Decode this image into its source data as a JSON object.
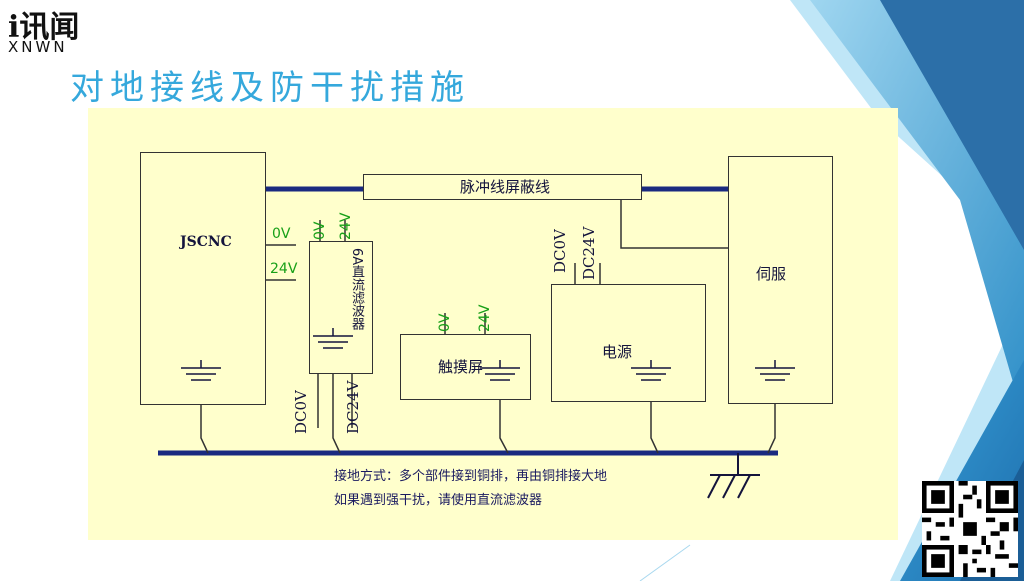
{
  "logo": {
    "mark": "i讯闻",
    "sub": "XNWN"
  },
  "title": "对地接线及防干扰措施",
  "diagram": {
    "jscnc": "JSCNC",
    "jscnc_0v": "0V",
    "jscnc_24v": "24V",
    "filter_0v": "0V",
    "filter_24v": "24V",
    "filter_name": "6A直流滤波器",
    "filter_dc0v": "DC0V",
    "filter_dc24v": "DC24V",
    "shield_cable": "脉冲线屏蔽线",
    "servo": "伺服",
    "touch_0v": "0V",
    "touch_24v": "24V",
    "touch_screen": "触摸屏",
    "psu_dc0v": "DC0V",
    "psu_dc24v": "DC24V",
    "psu": "电源",
    "note_line1": "接地方式：多个部件接到铜排，再由铜排接大地",
    "note_line2": "如果遇到强干扰，请使用直流滤波器"
  },
  "colors": {
    "title": "#35a8dc",
    "panel": "#ffffcc",
    "bus": "#1a2a80",
    "green": "#18a018"
  }
}
